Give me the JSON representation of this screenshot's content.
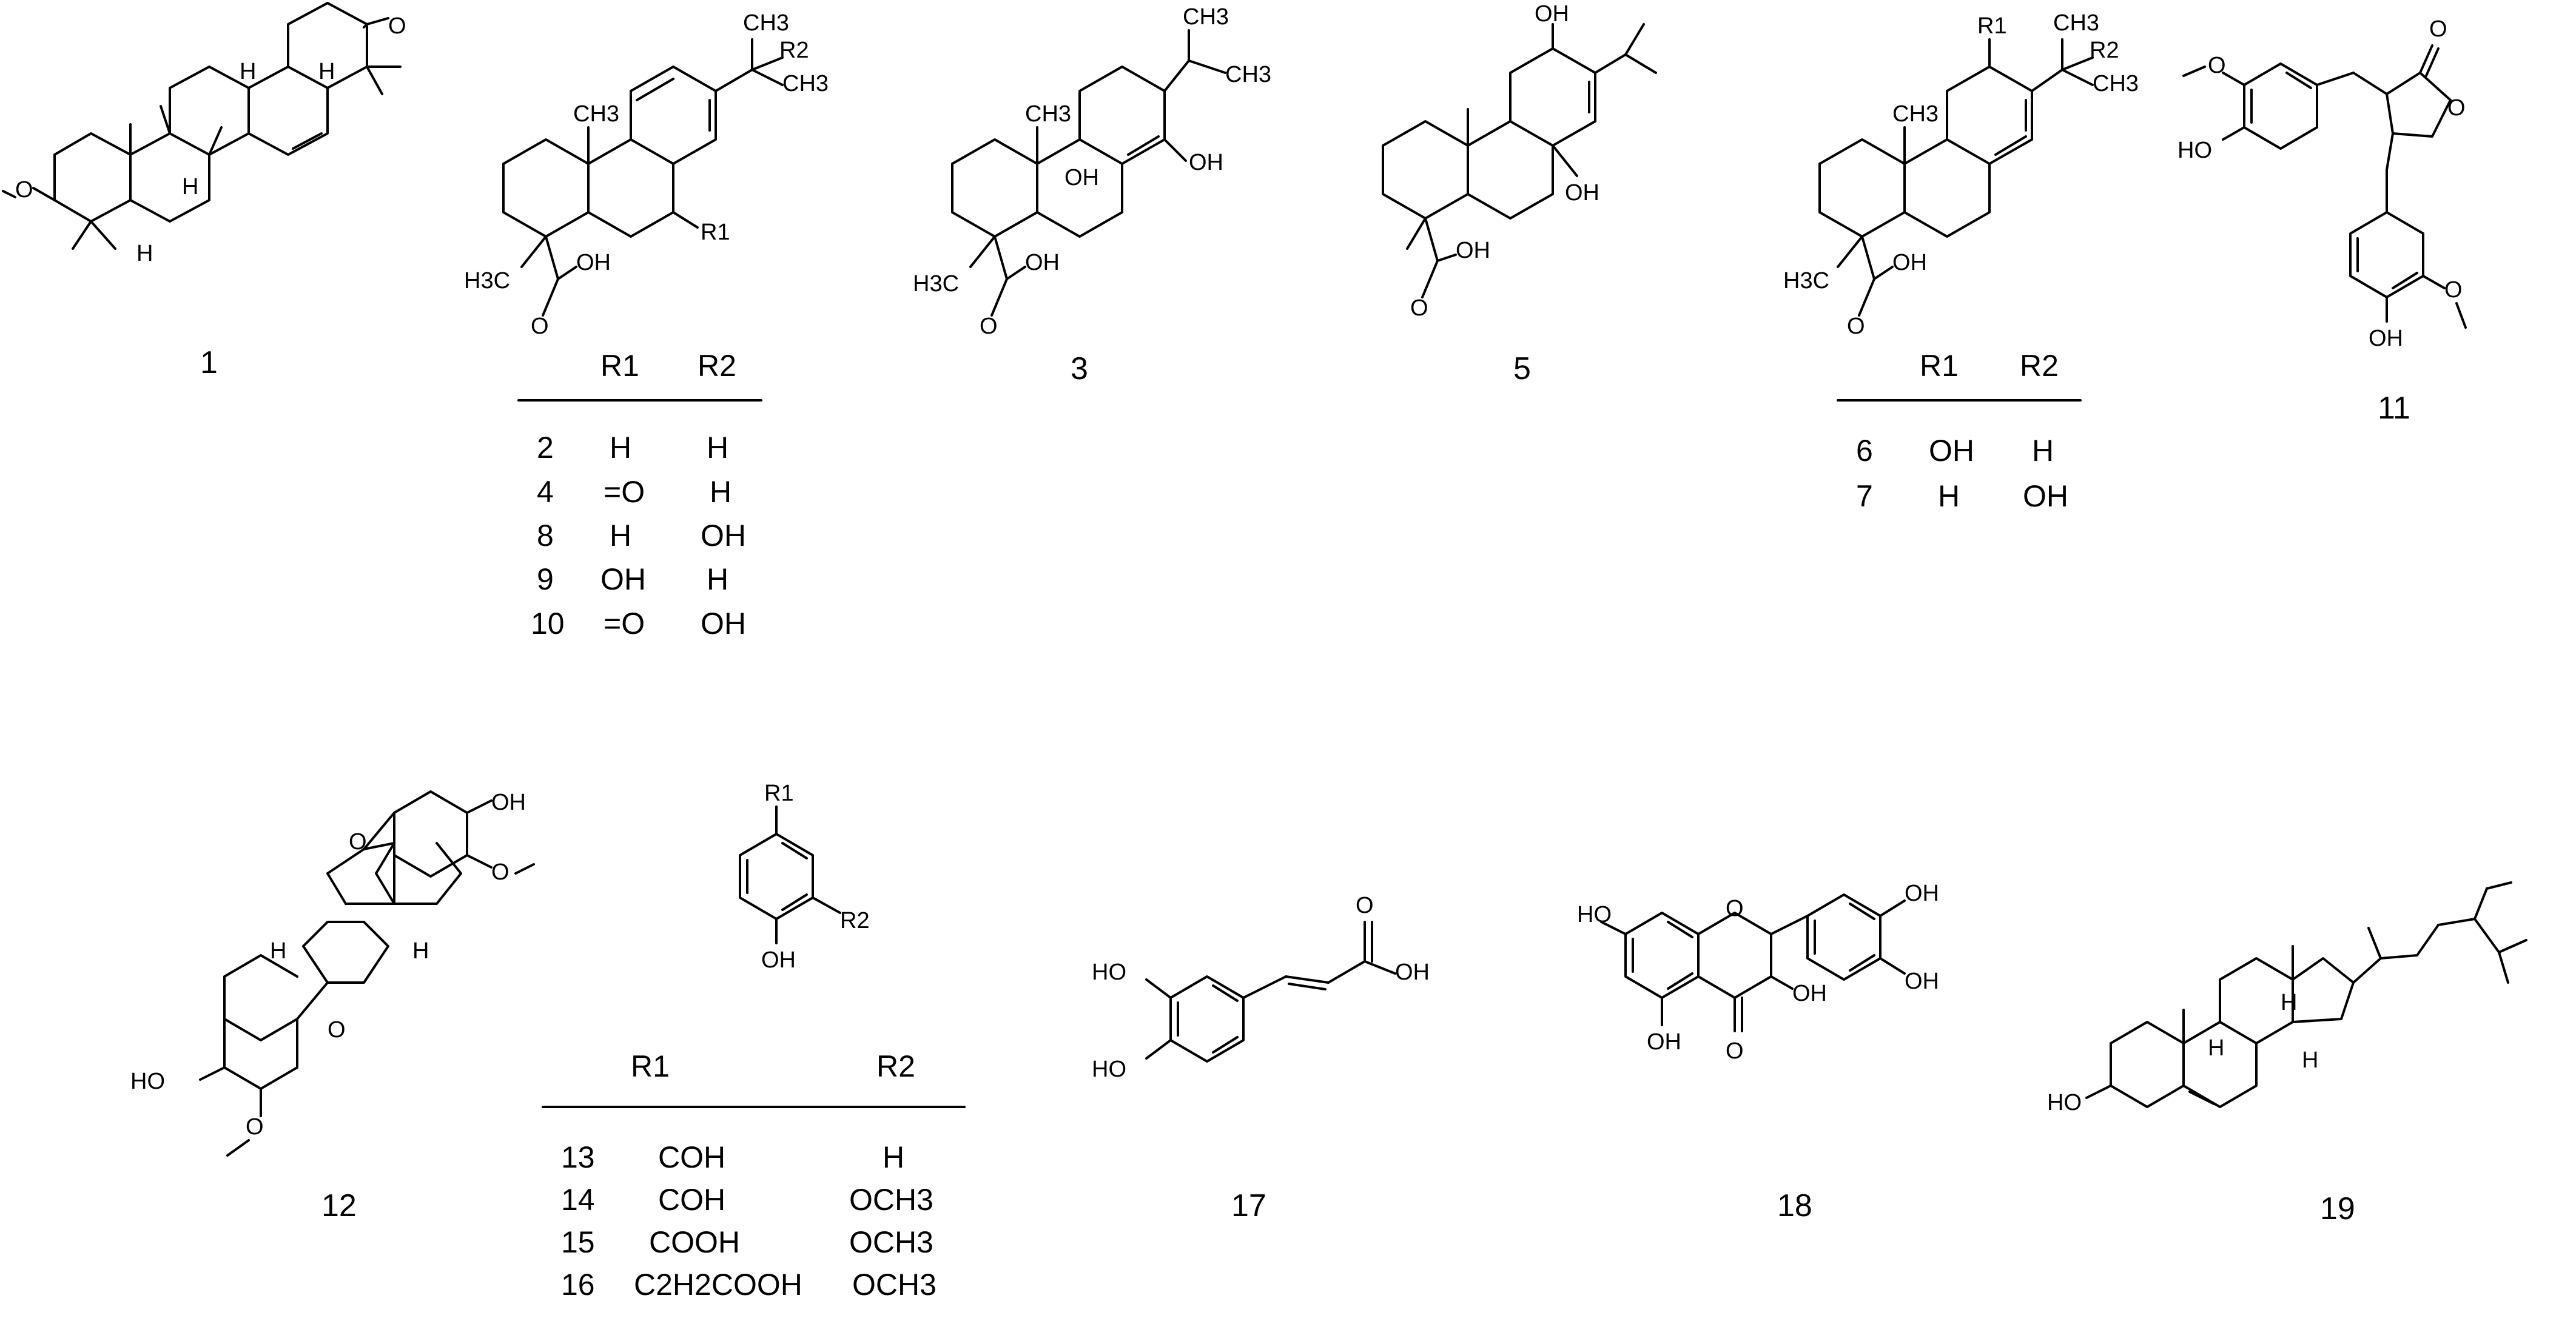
{
  "compounds": {
    "c1": "1",
    "c3": "3",
    "c5": "5",
    "c11": "11",
    "c12": "12",
    "c17": "17",
    "c18": "18",
    "c19": "19"
  },
  "table_a": {
    "header": [
      "R1",
      "R2"
    ],
    "rows": [
      {
        "id": "2",
        "r1": "H",
        "r2": "H"
      },
      {
        "id": "4",
        "r1": "=O",
        "r2": "H"
      },
      {
        "id": "8",
        "r1": "H",
        "r2": "OH"
      },
      {
        "id": "9",
        "r1": "OH",
        "r2": "H"
      },
      {
        "id": "10",
        "r1": "=O",
        "r2": "OH"
      }
    ]
  },
  "table_b": {
    "header": [
      "R1",
      "R2"
    ],
    "rows": [
      {
        "id": "6",
        "r1": "OH",
        "r2": "H"
      },
      {
        "id": "7",
        "r1": "H",
        "r2": "OH"
      }
    ]
  },
  "table_c": {
    "header": [
      "R1",
      "R2"
    ],
    "rows": [
      {
        "id": "13",
        "r1": "COH",
        "r2": "H"
      },
      {
        "id": "14",
        "r1": "COH",
        "r2": "OCH3"
      },
      {
        "id": "15",
        "r1": "COOH",
        "r2": "OCH3"
      },
      {
        "id": "16",
        "r1": "C2H2COOH",
        "r2": "OCH3"
      }
    ]
  },
  "atoms": {
    "O": "O",
    "OH": "OH",
    "HO": "HO",
    "H": "H",
    "OH2": "OH",
    "CH3": "CH3",
    "R1": "R1",
    "R2": "R2",
    "H3C": "H3C"
  }
}
